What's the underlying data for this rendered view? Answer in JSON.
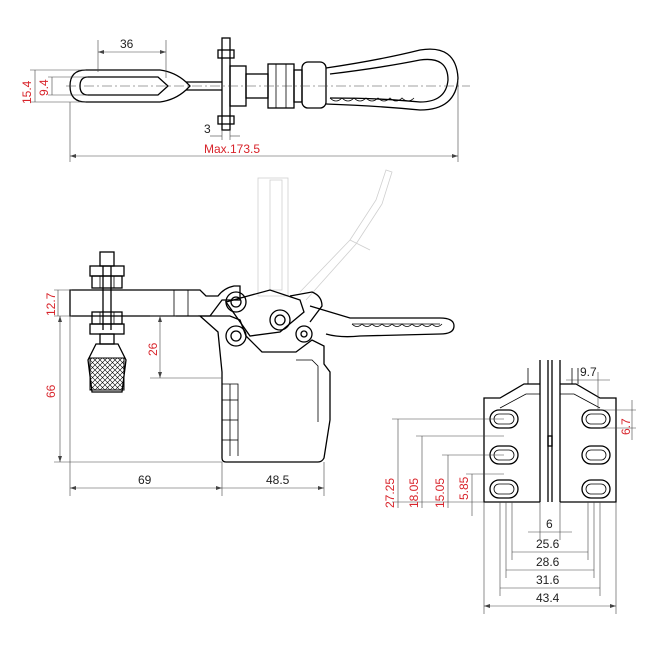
{
  "top_view": {
    "dim_36": "36",
    "dim_15_4": "15.4",
    "dim_9_4": "9.4",
    "dim_3": "3",
    "dim_max": "Max.173.5"
  },
  "side_view": {
    "dim_12_7": "12.7",
    "dim_26": "26",
    "dim_66": "66",
    "dim_69": "69",
    "dim_48_5": "48.5"
  },
  "front_view": {
    "dim_9_7": "9.7",
    "dim_6_7": "6.7",
    "dim_27_25": "27.25",
    "dim_18_05": "18.05",
    "dim_15_05": "15.05",
    "dim_5_85": "5.85",
    "dim_6": "6",
    "dim_25_6": "25.6",
    "dim_28_6": "28.6",
    "dim_31_6": "31.6",
    "dim_43_4": "43.4"
  },
  "colors": {
    "dimension_text": "#d8232a",
    "line": "#000000"
  }
}
